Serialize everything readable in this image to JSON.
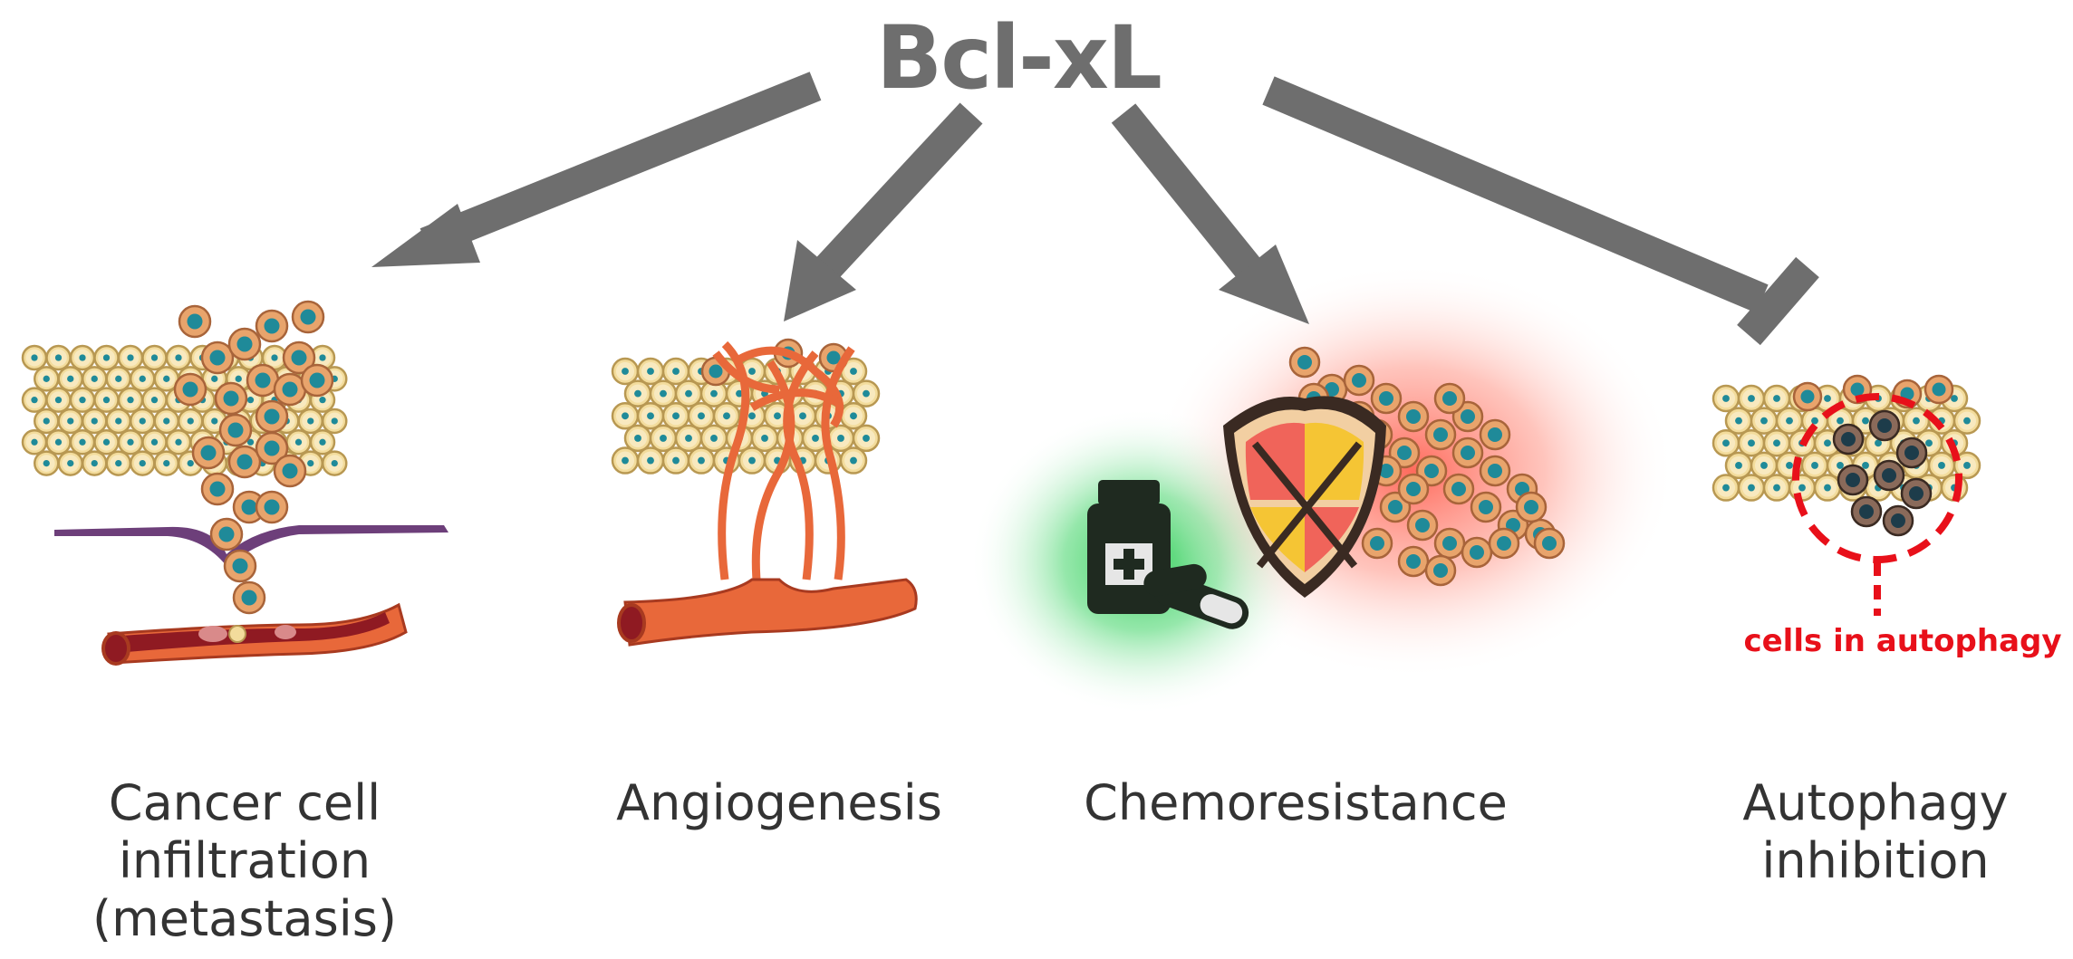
{
  "title": "Bcl-xL",
  "panels": [
    {
      "id": "metastasis",
      "caption_lines": [
        "Cancer cell",
        "infiltration",
        "(metastasis)"
      ]
    },
    {
      "id": "angiogenesis",
      "caption_lines": [
        "Angiogenesis"
      ]
    },
    {
      "id": "chemoresistance",
      "caption_lines": [
        "Chemoresistance"
      ]
    },
    {
      "id": "autophagy",
      "caption_lines": [
        "Autophagy",
        "inhibition"
      ],
      "annotation": "cells in autophagy"
    }
  ],
  "colors": {
    "arrow": "#6e6e6e",
    "normal_cell": "#f3dc9c",
    "normal_cell_border": "#b89852",
    "cancer_cell": "#e8a46c",
    "cancer_cell_border": "#a8643a",
    "nucleus": "#1f8a99",
    "vessel": "#e8683a",
    "autophagy_ring": "#e8101a",
    "green_glow": "#2ecc55",
    "red_glow": "#ff5a4a"
  }
}
